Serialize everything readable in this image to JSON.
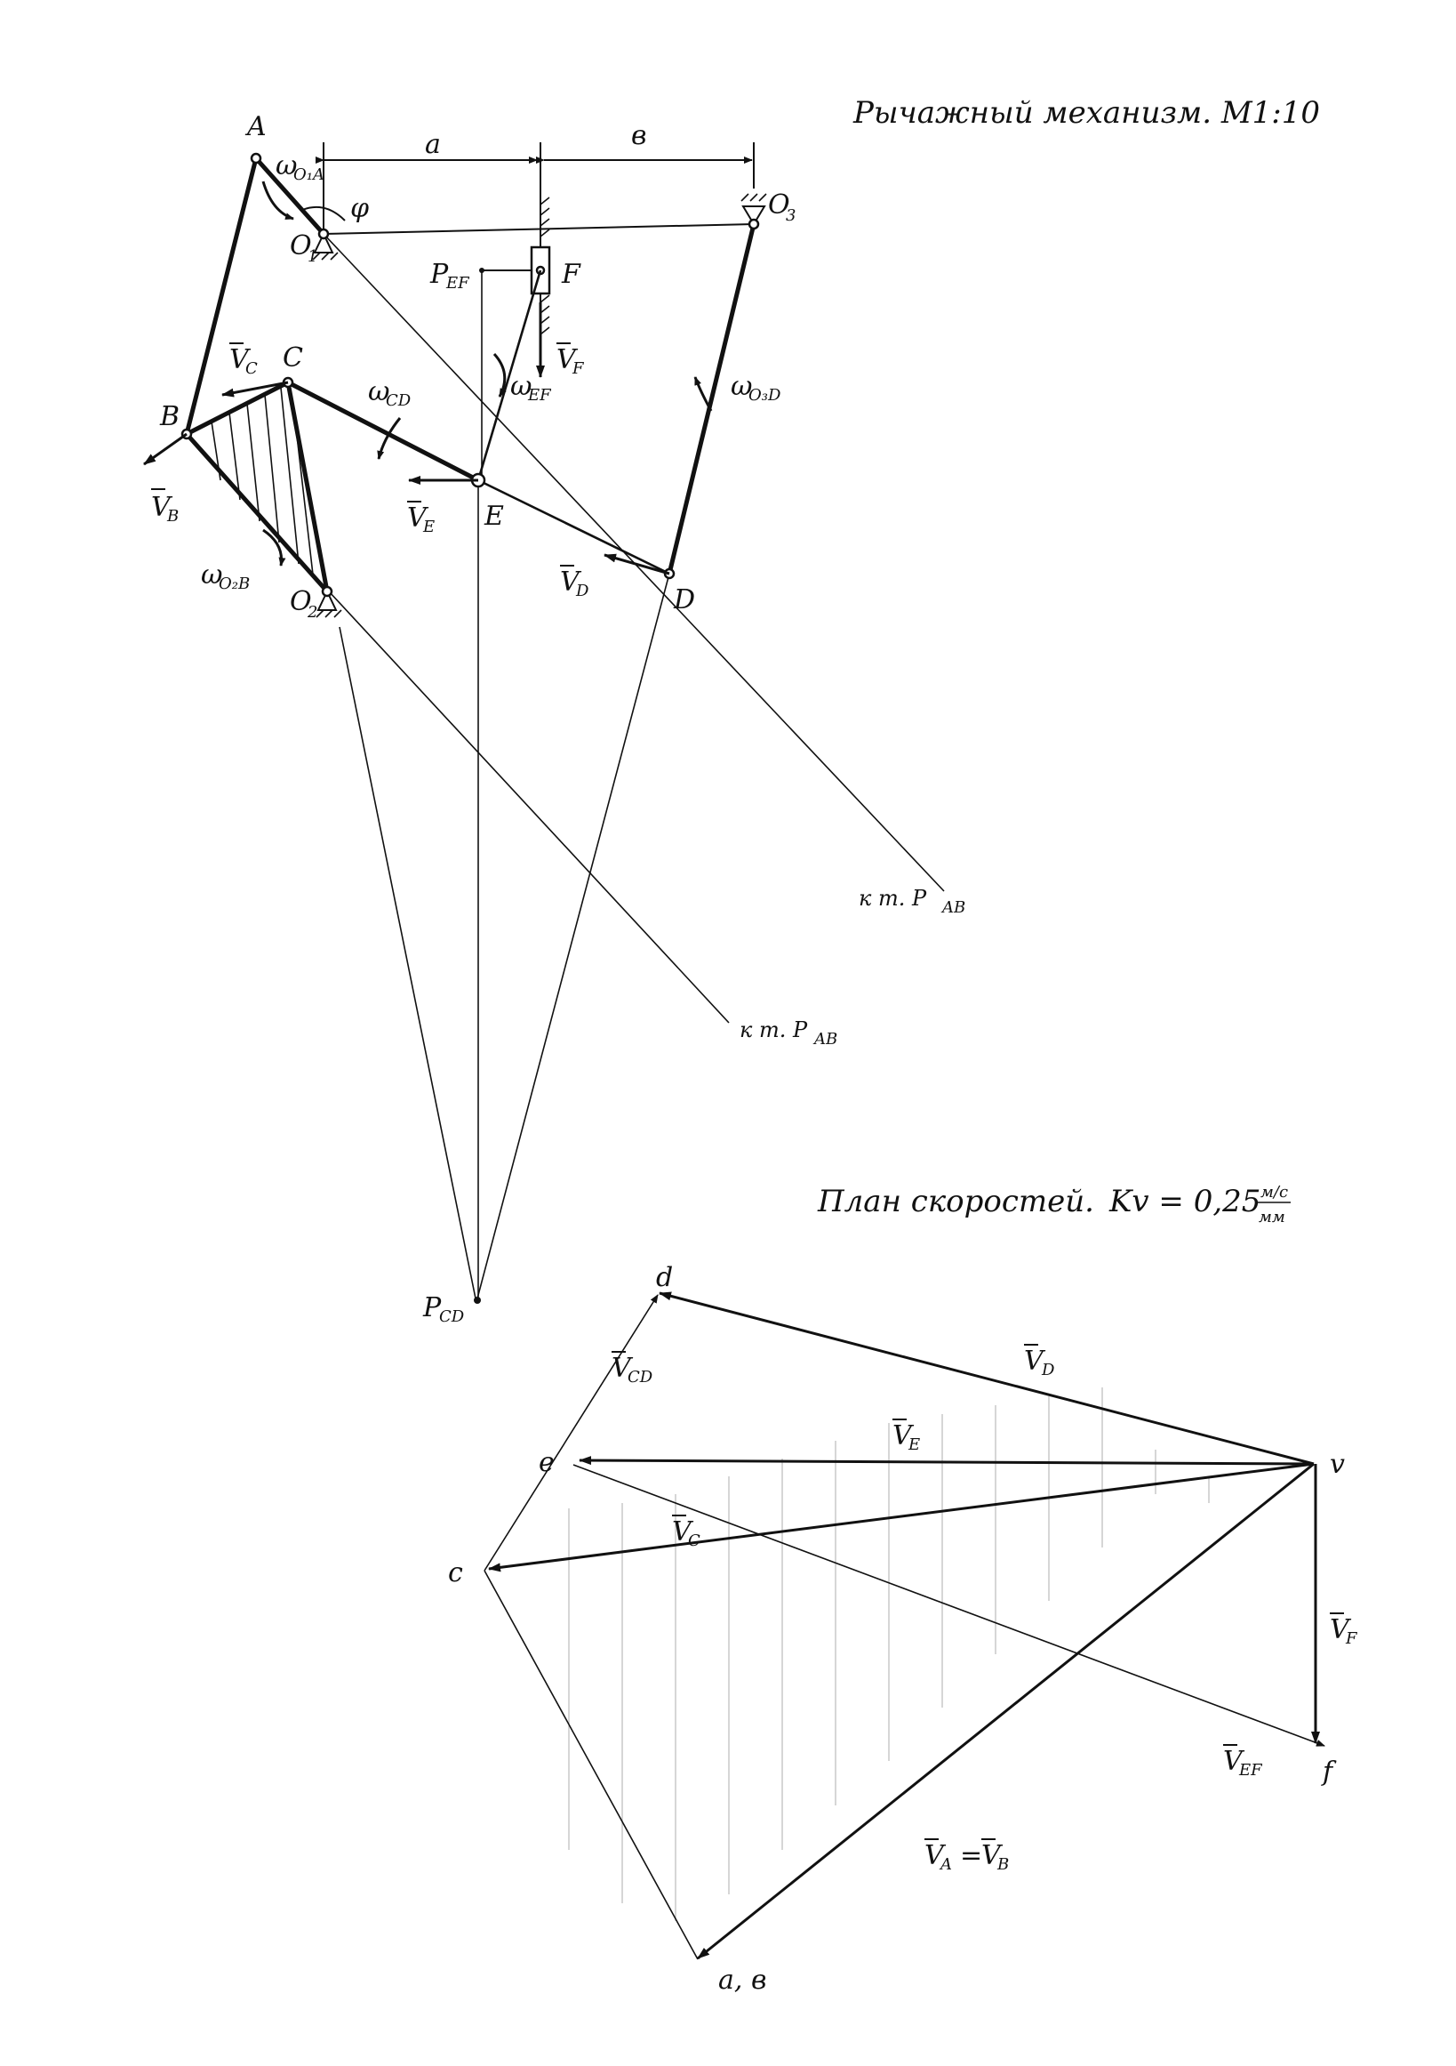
{
  "titles": {
    "mechanism": "Рычажный механизм. М1:10",
    "velocity_plan": "План скоростей.",
    "velocity_scale_prefix": "Kv = 0,25",
    "velocity_scale_num": "м/с",
    "velocity_scale_den": "мм"
  },
  "mechanism": {
    "points": {
      "A": "A",
      "B": "B",
      "C": "C",
      "D": "D",
      "E": "E",
      "F": "F",
      "O1": "O",
      "O1_sub": "1",
      "O2": "O",
      "O2_sub": "2",
      "O3": "O",
      "O3_sub": "3",
      "PEF": "P",
      "PEF_sub": "EF",
      "PCD": "P",
      "PCD_sub": "CD"
    },
    "dimensions": {
      "a": "a",
      "b": "в",
      "phi": "φ"
    },
    "velocities": {
      "VB": "V",
      "VB_sub": "B",
      "VC": "V",
      "VC_sub": "C",
      "VE": "V",
      "VE_sub": "E",
      "VD": "V",
      "VD_sub": "D",
      "VF": "V",
      "VF_sub": "F"
    },
    "angular": {
      "w_O1A": "ω",
      "w_O1A_sub": "O₁A",
      "w_O2B": "ω",
      "w_O2B_sub": "O₂B",
      "w_CD": "ω",
      "w_CD_sub": "CD",
      "w_EF": "ω",
      "w_EF_sub": "EF",
      "w_O3D": "ω",
      "w_O3D_sub": "O₃D"
    },
    "notes": {
      "to_PAB_1": "к т. P",
      "to_PAB_1_sub": "AB",
      "to_PAB_2": "к т. P",
      "to_PAB_2_sub": "AB"
    }
  },
  "velocity_plan": {
    "points": {
      "d": "d",
      "e": "e",
      "c": "c",
      "v": "v",
      "f": "f",
      "ab": "a, в"
    },
    "vectors": {
      "VCD": "V",
      "VCD_sub": "CD",
      "VD": "V",
      "VD_sub": "D",
      "VE": "V",
      "VE_sub": "E",
      "VC": "V",
      "VC_sub": "C",
      "VF": "V",
      "VF_sub": "F",
      "VEF": "V",
      "VEF_sub": "EF",
      "VA_eq_VB": "V",
      "VA_sub": "A",
      "eq": "=",
      "VB2": "V",
      "VB2_sub": "B"
    }
  }
}
